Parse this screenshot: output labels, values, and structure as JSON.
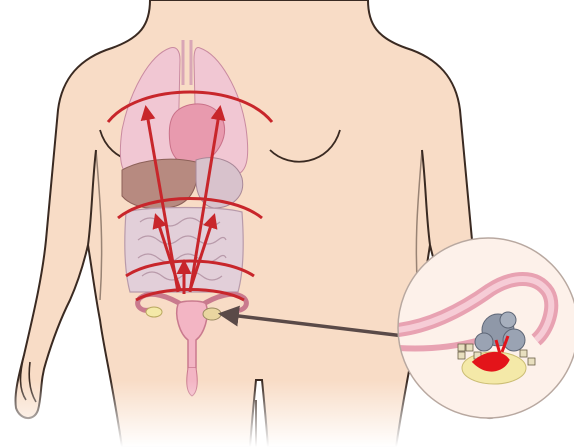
{
  "figure": {
    "subject": "female-torso-anatomy-illustration",
    "organs": [
      "lungs",
      "heart",
      "liver",
      "stomach",
      "intestines",
      "uterus",
      "ovaries",
      "fallopian-tubes"
    ],
    "inset": "magnified-ovary-with-fimbriae-and-tumor",
    "colors": {
      "skin": "#f8dcc6",
      "outline": "#3a2a22",
      "lungs": "#f1c7d3",
      "heart": "#e89aae",
      "liver": "#b78a80",
      "intestines": "#e2cfd9",
      "uterus": "#f3b5c4",
      "arrow": "#c8262b",
      "pointer": "#5a4a48",
      "inset_bg": "#fdf1ea",
      "tumor": "#8f98a8",
      "ovary": "#f4e9a8",
      "spread_mark": "#e3141a"
    }
  }
}
